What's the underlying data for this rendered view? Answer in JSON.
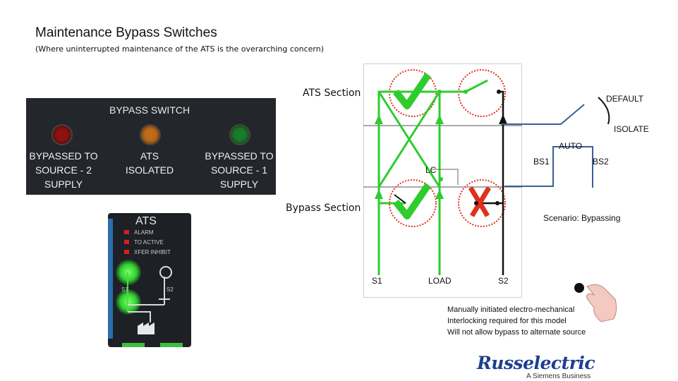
{
  "header": {
    "title": "Maintenance Bypass Switches",
    "subtitle": "(Where uninterrupted maintenance of the ATS is the overarching concern)"
  },
  "panel": {
    "title": "BYPASS  SWITCH",
    "lamps": [
      {
        "line1": "BYPASSED TO",
        "line2": "SOURCE - 2",
        "line3": "SUPPLY",
        "color": "#8b1410"
      },
      {
        "line1": "ATS",
        "line2": "ISOLATED",
        "line3": "",
        "color": "#c06a1c"
      },
      {
        "line1": "BYPASSED TO",
        "line2": "SOURCE - 1",
        "line3": "SUPPLY",
        "color": "#1c7a2a"
      }
    ]
  },
  "ats_module": {
    "title": "ATS",
    "leds": [
      "ALARM",
      "TO ACTIVE",
      "XFER INHIBIT"
    ],
    "s1": "S1",
    "s2": "S2"
  },
  "diagram": {
    "ats_section": "ATS Section",
    "bypass_section": "Bypass Section",
    "lc": "LC",
    "s1": "S1",
    "load": "LOAD",
    "s2": "S2",
    "default": "DEFAULT",
    "isolate": "ISOLATE",
    "auto": "AUTO",
    "bs1": "BS1",
    "bs2": "BS2",
    "scenario": "Scenario: Bypassing",
    "colors": {
      "energized": "#2ecc2e",
      "dead": "#111111",
      "breaker": "#e0301e"
    }
  },
  "notes": [
    "Manually initiated electro-mechanical",
    "Interlocking required for this model",
    "Will not allow bypass to alternate source"
  ],
  "brand": {
    "name": "Russelectric",
    "tagline": "A Siemens Business"
  }
}
